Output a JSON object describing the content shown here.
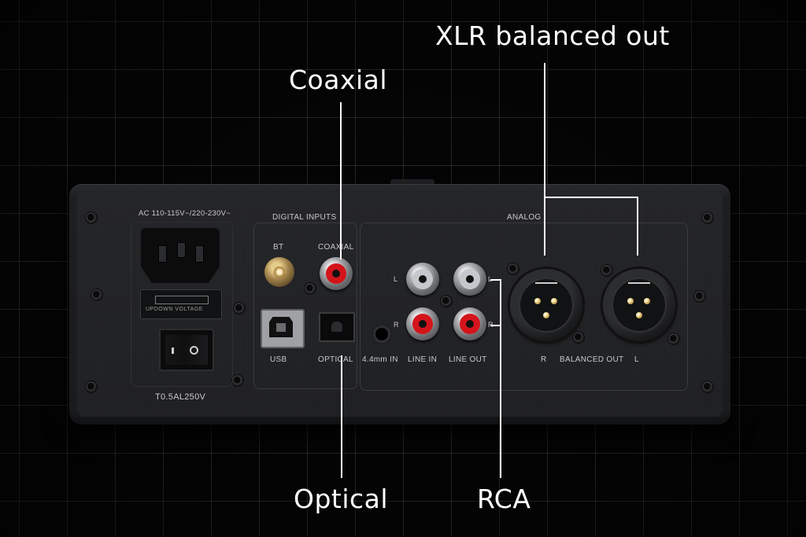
{
  "callouts": {
    "xlr": "XLR balanced out",
    "coaxial": "Coaxial",
    "optical": "Optical",
    "rca": "RCA"
  },
  "panel_labels": {
    "ac_voltage": "AC 110-115V~/220-230V~",
    "fuse_rating": "T0.5AL250V",
    "fuse_window_text": "UPDOWN VOLTAGE",
    "digital_inputs": "DIGITAL INPUTS",
    "analog": "ANALOG",
    "bt": "BT",
    "coaxial": "COAXIAL",
    "usb": "USB",
    "optical": "OPTICAL",
    "jack_44": "4.4mm IN",
    "line_in": "LINE IN",
    "line_out": "LINE OUT",
    "balanced_out": "BALANCED OUT",
    "channel_l": "L",
    "channel_r": "R"
  },
  "colors": {
    "background": "#050505",
    "chassis": "#1f2022",
    "rca_red": "#d4141b",
    "rca_white": "#c4c7cc",
    "gold": "#d4b163",
    "callout_text": "#ffffff"
  }
}
